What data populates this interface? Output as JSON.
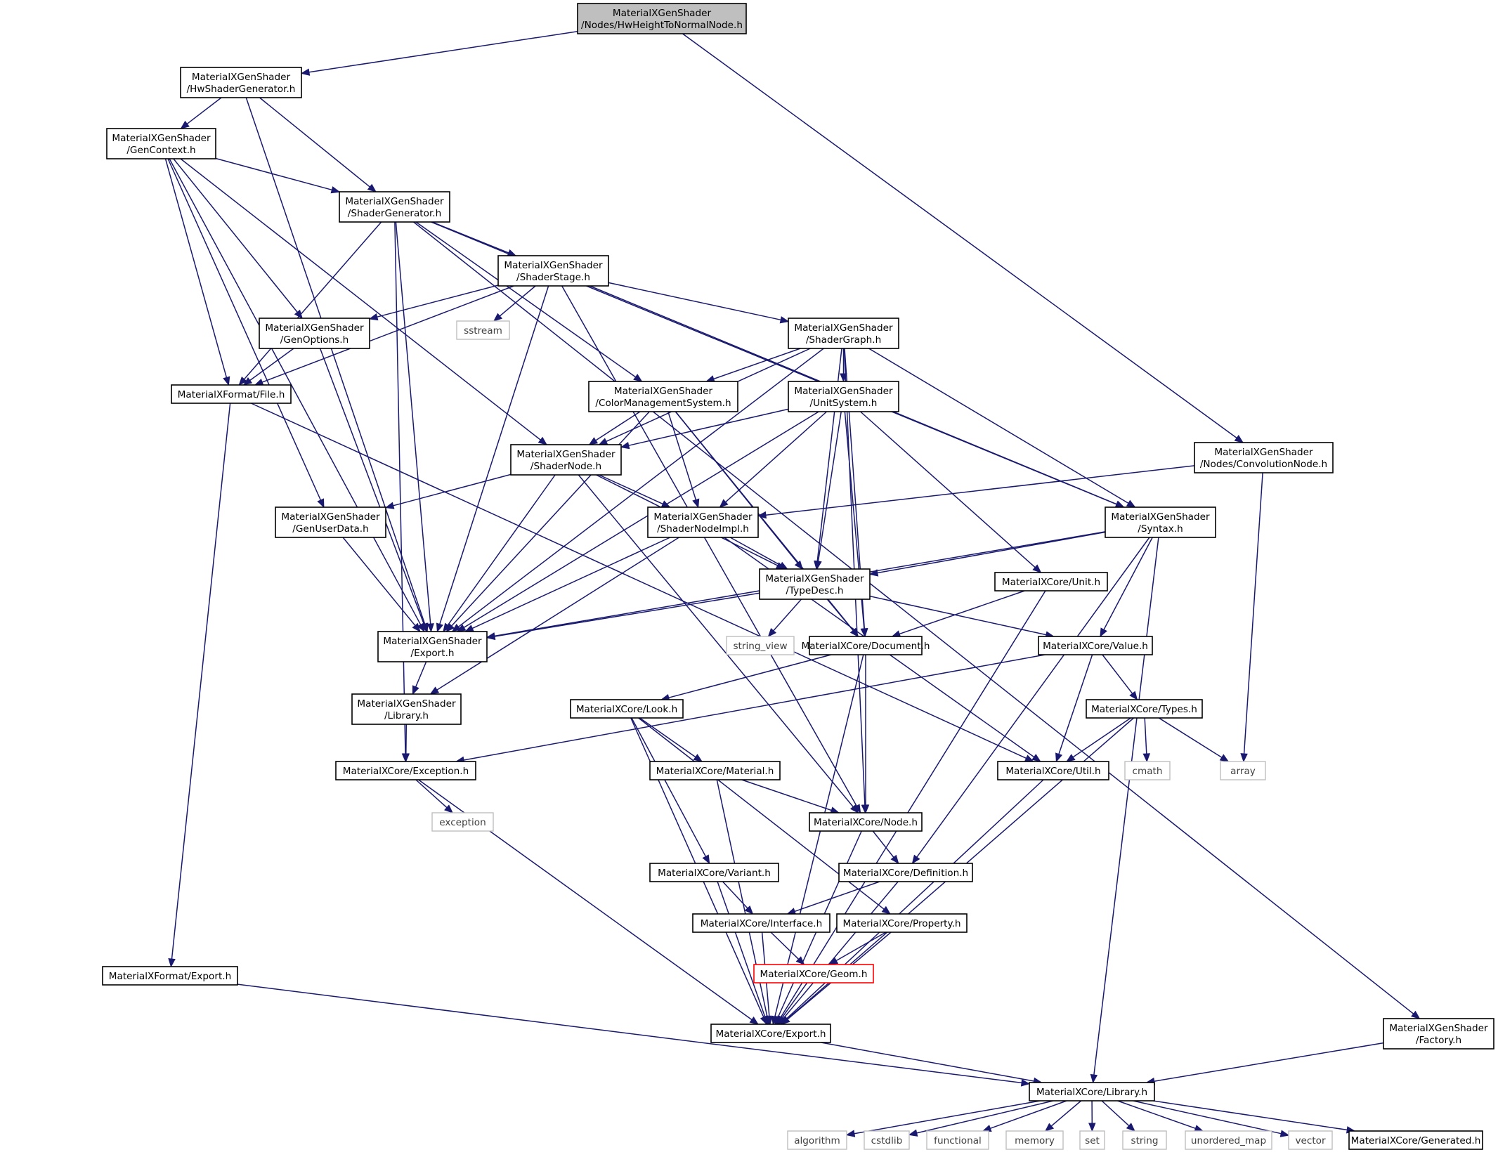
{
  "nodes": [
    {
      "id": "root",
      "lines": [
        "MaterialXGenShader",
        "/Nodes/HwHeightToNormalNode.h"
      ],
      "style": "root"
    },
    {
      "id": "hwshadergen",
      "lines": [
        "MaterialXGenShader",
        "/HwShaderGenerator.h"
      ],
      "style": "normal"
    },
    {
      "id": "convnode",
      "lines": [
        "MaterialXGenShader",
        "/Nodes/ConvolutionNode.h"
      ],
      "style": "normal"
    },
    {
      "id": "gencontext",
      "lines": [
        "MaterialXGenShader",
        "/GenContext.h"
      ],
      "style": "normal"
    },
    {
      "id": "shadergen",
      "lines": [
        "MaterialXGenShader",
        "/ShaderGenerator.h"
      ],
      "style": "normal"
    },
    {
      "id": "shaderstage",
      "lines": [
        "MaterialXGenShader",
        "/ShaderStage.h"
      ],
      "style": "normal"
    },
    {
      "id": "sstream",
      "lines": [
        "sstream"
      ],
      "style": "ext"
    },
    {
      "id": "genoptions",
      "lines": [
        "MaterialXGenShader",
        "/GenOptions.h"
      ],
      "style": "normal"
    },
    {
      "id": "shadergraph",
      "lines": [
        "MaterialXGenShader",
        "/ShaderGraph.h"
      ],
      "style": "normal"
    },
    {
      "id": "formatfile",
      "lines": [
        "MaterialXFormat/File.h"
      ],
      "style": "normal"
    },
    {
      "id": "cms",
      "lines": [
        "MaterialXGenShader",
        "/ColorManagementSystem.h"
      ],
      "style": "normal"
    },
    {
      "id": "unitsystem",
      "lines": [
        "MaterialXGenShader",
        "/UnitSystem.h"
      ],
      "style": "normal"
    },
    {
      "id": "shadernode",
      "lines": [
        "MaterialXGenShader",
        "/ShaderNode.h"
      ],
      "style": "normal"
    },
    {
      "id": "genuserdata",
      "lines": [
        "MaterialXGenShader",
        "/GenUserData.h"
      ],
      "style": "normal"
    },
    {
      "id": "shadernodeimpl",
      "lines": [
        "MaterialXGenShader",
        "/ShaderNodeImpl.h"
      ],
      "style": "normal"
    },
    {
      "id": "syntax",
      "lines": [
        "MaterialXGenShader",
        "/Syntax.h"
      ],
      "style": "normal"
    },
    {
      "id": "typedesc",
      "lines": [
        "MaterialXGenShader",
        "/TypeDesc.h"
      ],
      "style": "normal"
    },
    {
      "id": "coreunit",
      "lines": [
        "MaterialXCore/Unit.h"
      ],
      "style": "normal"
    },
    {
      "id": "genexport",
      "lines": [
        "MaterialXGenShader",
        "/Export.h"
      ],
      "style": "normal"
    },
    {
      "id": "string_view",
      "lines": [
        "string_view"
      ],
      "style": "ext"
    },
    {
      "id": "document",
      "lines": [
        "MaterialXCore/Document.h"
      ],
      "style": "normal"
    },
    {
      "id": "value",
      "lines": [
        "MaterialXCore/Value.h"
      ],
      "style": "normal"
    },
    {
      "id": "genlibrary",
      "lines": [
        "MaterialXGenShader",
        "/Library.h"
      ],
      "style": "normal"
    },
    {
      "id": "look",
      "lines": [
        "MaterialXCore/Look.h"
      ],
      "style": "normal"
    },
    {
      "id": "types",
      "lines": [
        "MaterialXCore/Types.h"
      ],
      "style": "normal"
    },
    {
      "id": "exception",
      "lines": [
        "MaterialXCore/Exception.h"
      ],
      "style": "normal"
    },
    {
      "id": "material",
      "lines": [
        "MaterialXCore/Material.h"
      ],
      "style": "normal"
    },
    {
      "id": "util",
      "lines": [
        "MaterialXCore/Util.h"
      ],
      "style": "normal"
    },
    {
      "id": "cmath",
      "lines": [
        "cmath"
      ],
      "style": "ext"
    },
    {
      "id": "array",
      "lines": [
        "array"
      ],
      "style": "ext"
    },
    {
      "id": "exceptionstd",
      "lines": [
        "exception"
      ],
      "style": "ext"
    },
    {
      "id": "node",
      "lines": [
        "MaterialXCore/Node.h"
      ],
      "style": "normal"
    },
    {
      "id": "variant",
      "lines": [
        "MaterialXCore/Variant.h"
      ],
      "style": "normal"
    },
    {
      "id": "definition",
      "lines": [
        "MaterialXCore/Definition.h"
      ],
      "style": "normal"
    },
    {
      "id": "interface",
      "lines": [
        "MaterialXCore/Interface.h"
      ],
      "style": "normal"
    },
    {
      "id": "property",
      "lines": [
        "MaterialXCore/Property.h"
      ],
      "style": "normal"
    },
    {
      "id": "geom",
      "lines": [
        "MaterialXCore/Geom.h"
      ],
      "style": "hl"
    },
    {
      "id": "formatexport",
      "lines": [
        "MaterialXFormat/Export.h"
      ],
      "style": "normal"
    },
    {
      "id": "coreexport",
      "lines": [
        "MaterialXCore/Export.h"
      ],
      "style": "normal"
    },
    {
      "id": "factory",
      "lines": [
        "MaterialXGenShader",
        "/Factory.h"
      ],
      "style": "normal"
    },
    {
      "id": "corelibrary",
      "lines": [
        "MaterialXCore/Library.h"
      ],
      "style": "normal"
    },
    {
      "id": "algorithm",
      "lines": [
        "algorithm"
      ],
      "style": "ext"
    },
    {
      "id": "cstdlib",
      "lines": [
        "cstdlib"
      ],
      "style": "ext"
    },
    {
      "id": "functional",
      "lines": [
        "functional"
      ],
      "style": "ext"
    },
    {
      "id": "memory",
      "lines": [
        "memory"
      ],
      "style": "ext"
    },
    {
      "id": "set",
      "lines": [
        "set"
      ],
      "style": "ext"
    },
    {
      "id": "string",
      "lines": [
        "string"
      ],
      "style": "ext"
    },
    {
      "id": "unordered_map",
      "lines": [
        "unordered_map"
      ],
      "style": "ext"
    },
    {
      "id": "vector",
      "lines": [
        "vector"
      ],
      "style": "ext"
    },
    {
      "id": "generated",
      "lines": [
        "MaterialXCore/Generated.h"
      ],
      "style": "normal"
    }
  ],
  "edges": [
    [
      "root",
      "hwshadergen"
    ],
    [
      "root",
      "convnode"
    ],
    [
      "hwshadergen",
      "gencontext"
    ],
    [
      "hwshadergen",
      "shadergen"
    ],
    [
      "hwshadergen",
      "genexport"
    ],
    [
      "gencontext",
      "shadergen"
    ],
    [
      "gencontext",
      "genoptions"
    ],
    [
      "gencontext",
      "formatfile"
    ],
    [
      "gencontext",
      "shadernode"
    ],
    [
      "gencontext",
      "genuserdata"
    ],
    [
      "gencontext",
      "genexport"
    ],
    [
      "shadergen",
      "shaderstage"
    ],
    [
      "shadergen",
      "cms"
    ],
    [
      "shadergen",
      "formatfile"
    ],
    [
      "shadergen",
      "syntax"
    ],
    [
      "shadergen",
      "genexport"
    ],
    [
      "shadergen",
      "exception"
    ],
    [
      "shadergen",
      "factory"
    ],
    [
      "shaderstage",
      "sstream"
    ],
    [
      "shaderstage",
      "genoptions"
    ],
    [
      "shaderstage",
      "shadergraph"
    ],
    [
      "shaderstage",
      "formatfile"
    ],
    [
      "shaderstage",
      "syntax"
    ],
    [
      "shaderstage",
      "genexport"
    ],
    [
      "shaderstage",
      "node"
    ],
    [
      "genoptions",
      "formatfile"
    ],
    [
      "genoptions",
      "genexport"
    ],
    [
      "shadergraph",
      "cms"
    ],
    [
      "shadergraph",
      "unitsystem"
    ],
    [
      "shadergraph",
      "shadernode"
    ],
    [
      "shadergraph",
      "syntax"
    ],
    [
      "shadergraph",
      "typedesc"
    ],
    [
      "shadergraph",
      "document"
    ],
    [
      "shadergraph",
      "genexport"
    ],
    [
      "shadergraph",
      "node"
    ],
    [
      "formatfile",
      "formatexport"
    ],
    [
      "formatfile",
      "util"
    ],
    [
      "cms",
      "shadernode"
    ],
    [
      "cms",
      "shadernodeimpl"
    ],
    [
      "cms",
      "typedesc"
    ],
    [
      "cms",
      "document"
    ],
    [
      "cms",
      "genexport"
    ],
    [
      "unitsystem",
      "shadernode"
    ],
    [
      "unitsystem",
      "shadernodeimpl"
    ],
    [
      "unitsystem",
      "typedesc"
    ],
    [
      "unitsystem",
      "document"
    ],
    [
      "unitsystem",
      "coreunit"
    ],
    [
      "unitsystem",
      "genexport"
    ],
    [
      "shadernode",
      "genuserdata"
    ],
    [
      "shadernode",
      "shadernodeimpl"
    ],
    [
      "shadernode",
      "typedesc"
    ],
    [
      "shadernode",
      "genexport"
    ],
    [
      "shadernode",
      "node"
    ],
    [
      "genuserdata",
      "genexport"
    ],
    [
      "shadernodeimpl",
      "typedesc"
    ],
    [
      "shadernodeimpl",
      "genexport"
    ],
    [
      "shadernodeimpl",
      "genlibrary"
    ],
    [
      "shadernodeimpl",
      "util"
    ],
    [
      "convnode",
      "shadernodeimpl"
    ],
    [
      "convnode",
      "array"
    ],
    [
      "syntax",
      "typedesc"
    ],
    [
      "syntax",
      "value"
    ],
    [
      "syntax",
      "genexport"
    ],
    [
      "syntax",
      "definition"
    ],
    [
      "syntax",
      "corelibrary"
    ],
    [
      "typedesc",
      "genexport"
    ],
    [
      "typedesc",
      "string_view"
    ],
    [
      "typedesc",
      "document"
    ],
    [
      "typedesc",
      "value"
    ],
    [
      "coreunit",
      "document"
    ],
    [
      "coreunit",
      "coreexport"
    ],
    [
      "genexport",
      "genlibrary"
    ],
    [
      "genlibrary",
      "exception"
    ],
    [
      "document",
      "look"
    ],
    [
      "document",
      "node"
    ],
    [
      "document",
      "coreexport"
    ],
    [
      "value",
      "types"
    ],
    [
      "value",
      "util"
    ],
    [
      "value",
      "exception"
    ],
    [
      "look",
      "material"
    ],
    [
      "look",
      "variant"
    ],
    [
      "look",
      "property"
    ],
    [
      "look",
      "coreexport"
    ],
    [
      "types",
      "util"
    ],
    [
      "types",
      "cmath"
    ],
    [
      "types",
      "array"
    ],
    [
      "types",
      "coreexport"
    ],
    [
      "exception",
      "exceptionstd"
    ],
    [
      "exception",
      "coreexport"
    ],
    [
      "material",
      "node"
    ],
    [
      "material",
      "coreexport"
    ],
    [
      "util",
      "coreexport"
    ],
    [
      "node",
      "definition"
    ],
    [
      "node",
      "coreexport"
    ],
    [
      "variant",
      "interface"
    ],
    [
      "variant",
      "coreexport"
    ],
    [
      "definition",
      "interface"
    ],
    [
      "definition",
      "coreexport"
    ],
    [
      "interface",
      "geom"
    ],
    [
      "interface",
      "coreexport"
    ],
    [
      "property",
      "geom"
    ],
    [
      "property",
      "coreexport"
    ],
    [
      "geom",
      "coreexport"
    ],
    [
      "formatexport",
      "corelibrary"
    ],
    [
      "coreexport",
      "corelibrary"
    ],
    [
      "factory",
      "corelibrary"
    ],
    [
      "corelibrary",
      "algorithm"
    ],
    [
      "corelibrary",
      "cstdlib"
    ],
    [
      "corelibrary",
      "functional"
    ],
    [
      "corelibrary",
      "memory"
    ],
    [
      "corelibrary",
      "set"
    ],
    [
      "corelibrary",
      "string"
    ],
    [
      "corelibrary",
      "unordered_map"
    ],
    [
      "corelibrary",
      "vector"
    ],
    [
      "corelibrary",
      "generated"
    ]
  ]
}
